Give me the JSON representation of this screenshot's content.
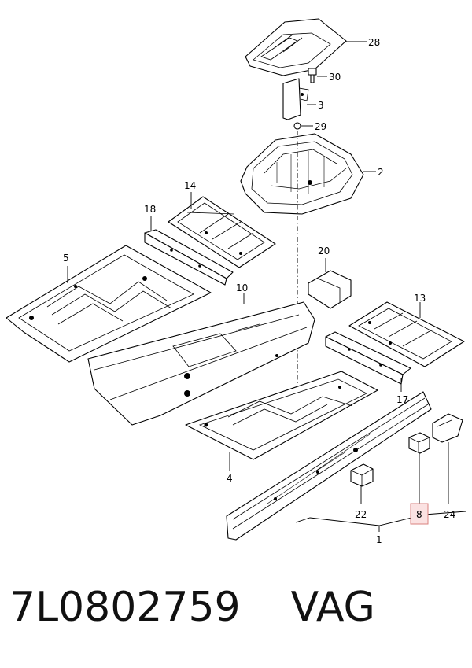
{
  "labels": {
    "l28": "28",
    "l30": "30",
    "l3": "3",
    "l29": "29",
    "l2": "2",
    "l14": "14",
    "l18": "18",
    "l5": "5",
    "l20": "20",
    "l10": "10",
    "l13": "13",
    "l17": "17",
    "l4": "4",
    "l22": "22",
    "l8": "8",
    "l24": "24",
    "l1": "1"
  },
  "highlighted_label": "8",
  "colors": {
    "highlight_fill": "#fbe2e2",
    "highlight_border": "#d9817f",
    "line": "#000000"
  },
  "caption": {
    "part_number": "7L0802759",
    "brand": "VAG"
  }
}
